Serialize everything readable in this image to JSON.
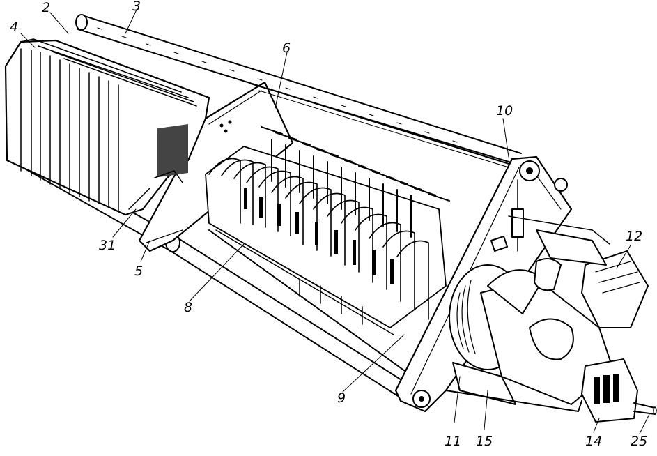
{
  "figure": {
    "description_kind": "exploded technical line drawing of a switchgear frame",
    "labels": [
      {
        "id": "2",
        "text": "2"
      },
      {
        "id": "3",
        "text": "3"
      },
      {
        "id": "4",
        "text": "4"
      },
      {
        "id": "6",
        "text": "6"
      },
      {
        "id": "10",
        "text": "10"
      },
      {
        "id": "12",
        "text": "12"
      },
      {
        "id": "31",
        "text": "31"
      },
      {
        "id": "5",
        "text": "5"
      },
      {
        "id": "8",
        "text": "8"
      },
      {
        "id": "9",
        "text": "9"
      },
      {
        "id": "11",
        "text": "11"
      },
      {
        "id": "15",
        "text": "15"
      },
      {
        "id": "14",
        "text": "14"
      },
      {
        "id": "25",
        "text": "25"
      }
    ]
  }
}
